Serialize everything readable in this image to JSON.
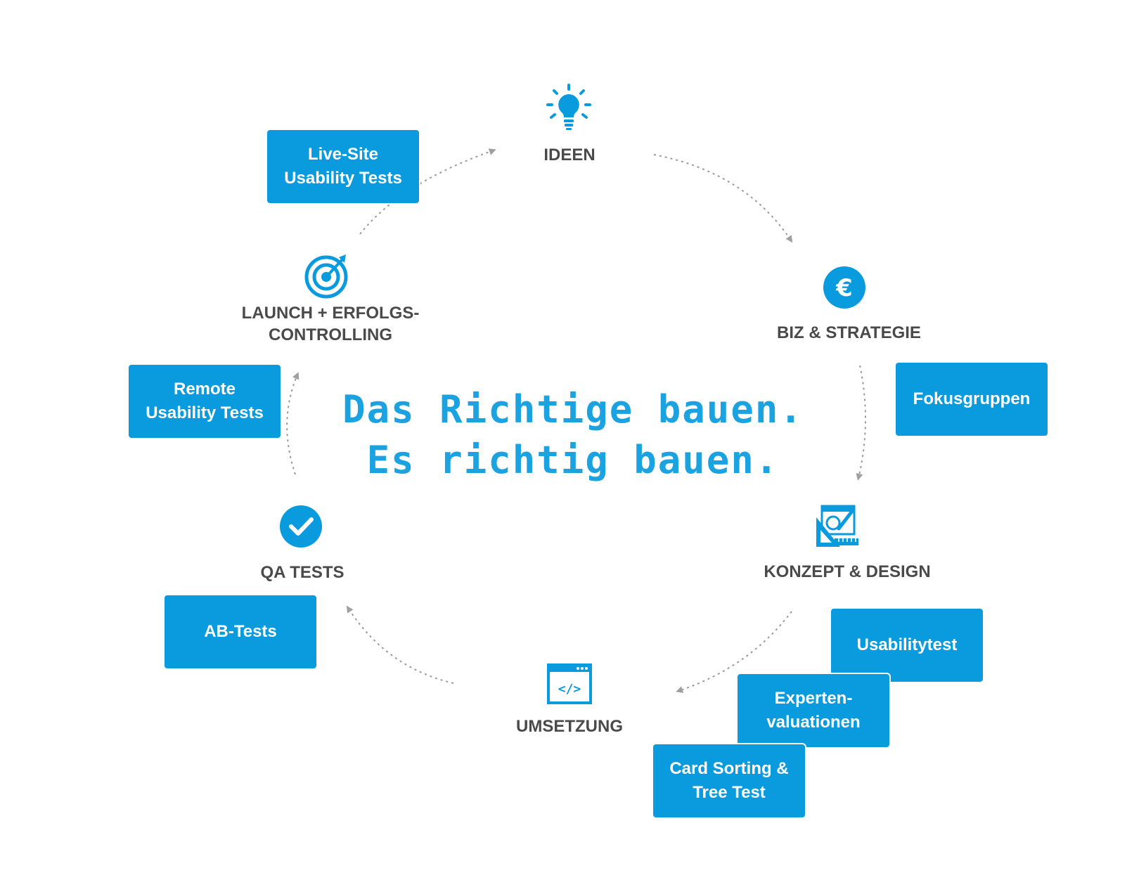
{
  "tagline": {
    "line1": "Das Richtige bauen.",
    "line2": "Es richtig bauen."
  },
  "stages": {
    "ideen": "IDEEN",
    "biz": "BIZ & STRATEGIE",
    "konzept": "KONZEPT & DESIGN",
    "umsetzung": "UMSETZUNG",
    "qa": "QA TESTS",
    "launch_line1": "LAUNCH + ERFOLGS-",
    "launch_line2": "CONTROLLING"
  },
  "methods": {
    "live_site": [
      "Live-Site",
      "Usability Tests"
    ],
    "fokusgruppen": [
      "Fokusgruppen"
    ],
    "usabilitytest": [
      "Usabilitytest"
    ],
    "experten": [
      "Experten-",
      "valuationen"
    ],
    "card_sorting": [
      "Card Sorting &",
      "Tree Test"
    ],
    "ab_tests": [
      "AB-Tests"
    ],
    "remote": [
      "Remote",
      "Usability Tests"
    ]
  },
  "icons": {
    "ideen": "lightbulb-icon",
    "biz": "euro-icon",
    "konzept": "design-tools-icon",
    "umsetzung": "code-window-icon",
    "qa": "checkmark-icon",
    "launch": "target-icon"
  },
  "colors": {
    "accent": "#0a9bdf",
    "tagline": "#1aa3e0",
    "label": "#4a4a4a",
    "arrow": "#9a9a9a"
  }
}
